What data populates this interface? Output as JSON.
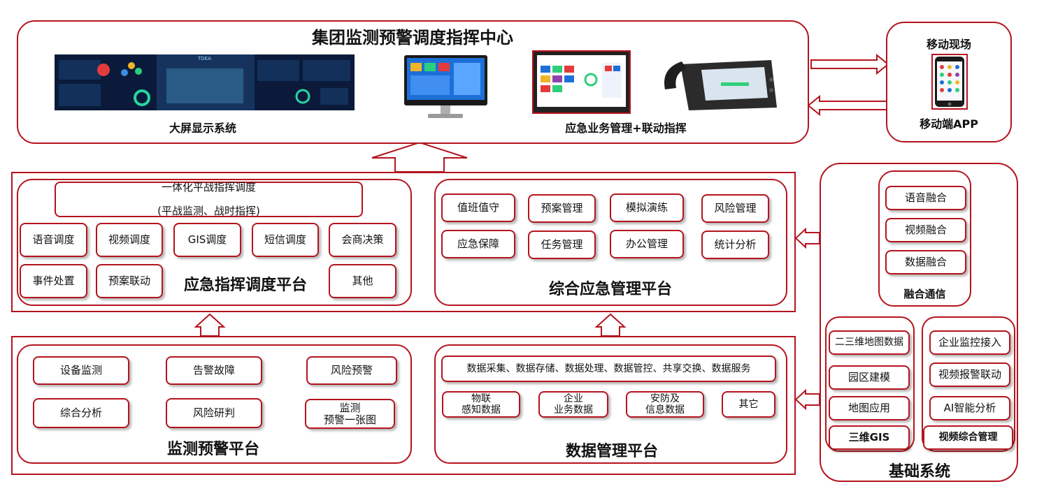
{
  "command_center": {
    "title": "集团监测预警调度指挥中心",
    "screen_label": "大屏显示系统",
    "business_label": "应急业务管理+联动指挥",
    "screen_thumb_title": "TDEA"
  },
  "mobile": {
    "title": "移动现场",
    "app_label": "移动端APP"
  },
  "dispatch_platform": {
    "title": "应急指挥调度平台",
    "unified_line1": "一体化平战指挥调度",
    "unified_line2": "(平战监测、战时指挥)",
    "items": [
      "语音调度",
      "视频调度",
      "GIS调度",
      "短信调度",
      "会商决策",
      "事件处置",
      "预案联动",
      "其他"
    ]
  },
  "emergency_platform": {
    "title": "综合应急管理平台",
    "items": [
      "值班值守",
      "预案管理",
      "模拟演练",
      "风险管理",
      "应急保障",
      "任务管理",
      "办公管理",
      "统计分析"
    ]
  },
  "monitor_platform": {
    "title": "监测预警平台",
    "items": [
      "设备监测",
      "告警故障",
      "风险预警",
      "综合分析",
      "风险研判",
      "监测\n预警一张图"
    ]
  },
  "data_platform": {
    "title": "数据管理平台",
    "services": "数据采集、数据存储、数据处理、数据管控、共享交换、数据服务",
    "items": [
      "物联\n感知数据",
      "企业\n业务数据",
      "安防及\n信息数据",
      "其它"
    ]
  },
  "base_system": {
    "title": "基础系统",
    "fusion": {
      "title": "融合通信",
      "items": [
        "语音融合",
        "视频融合",
        "数据融合"
      ]
    },
    "gis": {
      "title": "三维GIS",
      "items": [
        "二三维地图数据",
        "园区建模",
        "地图应用"
      ]
    },
    "video": {
      "title": "视频综合管理",
      "items": [
        "企业监控接入",
        "视频报警联动",
        "AI智能分析"
      ]
    }
  },
  "colors": {
    "border": "#b4141e",
    "screen_bg": "#0b1a3a",
    "accent_blue": "#1d6fd8"
  }
}
